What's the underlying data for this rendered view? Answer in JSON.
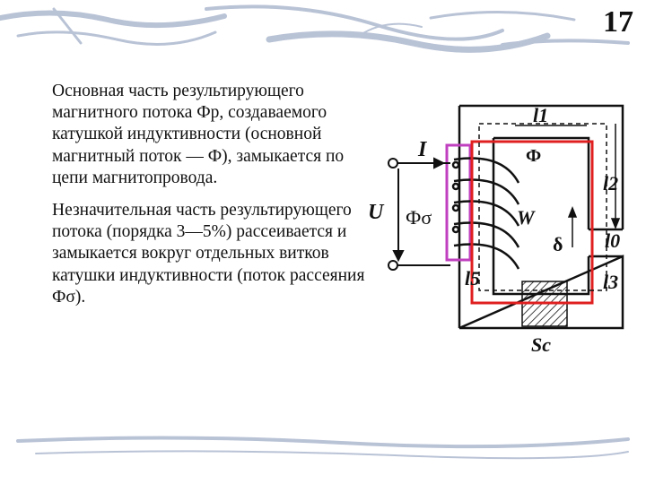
{
  "slide": {
    "number": "17"
  },
  "text": {
    "paragraph1": "Основная часть результирующего магнитного потока Фр, создаваемого катушкой индуктивности (основной магнитный поток — Ф), замыкается по цепи магнитопровода.",
    "paragraph2": "Незначительная часть результирующего потока (порядка 3—5%) рассеивается и замыкается вокруг отдельных витков катушки индуктивности (поток рассеяния Фσ)."
  },
  "diagram": {
    "labels": {
      "l1": "l1",
      "l2": "l2",
      "l0": "l0",
      "l3": "l3",
      "l5": "l5",
      "phi": "Ф",
      "phi_sigma": "Фσ",
      "current": "I",
      "voltage": "U",
      "turns": "W",
      "gap": "δ",
      "core_section": "Sc"
    },
    "colors": {
      "core_path": "#e02020",
      "coil_outline": "#c040c0",
      "ink": "#111111"
    }
  }
}
